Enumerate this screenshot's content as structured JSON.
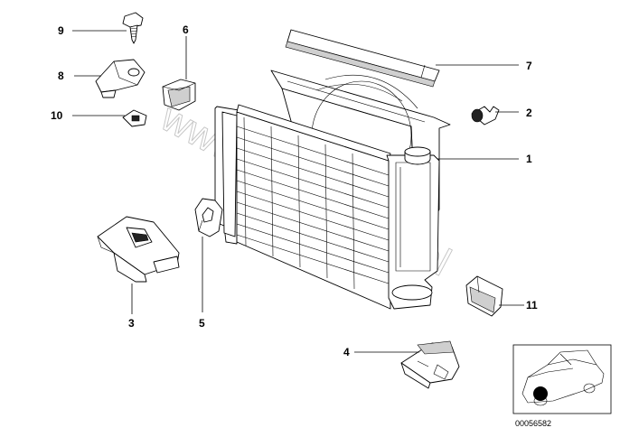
{
  "callouts": {
    "c1": "1",
    "c2": "2",
    "c3": "3",
    "c4": "4",
    "c5": "5",
    "c6": "6",
    "c7": "7",
    "c8": "8",
    "c9": "9",
    "c10": "10",
    "c11": "11"
  },
  "watermark": "www.BMWshop.pl",
  "reference_code": "00056582",
  "icons": {
    "radiator": "radiator-icon",
    "fan_shroud": "fan-shroud-icon",
    "seal_strip": "seal-strip-icon",
    "car_thumbnail": "car-location-icon"
  }
}
